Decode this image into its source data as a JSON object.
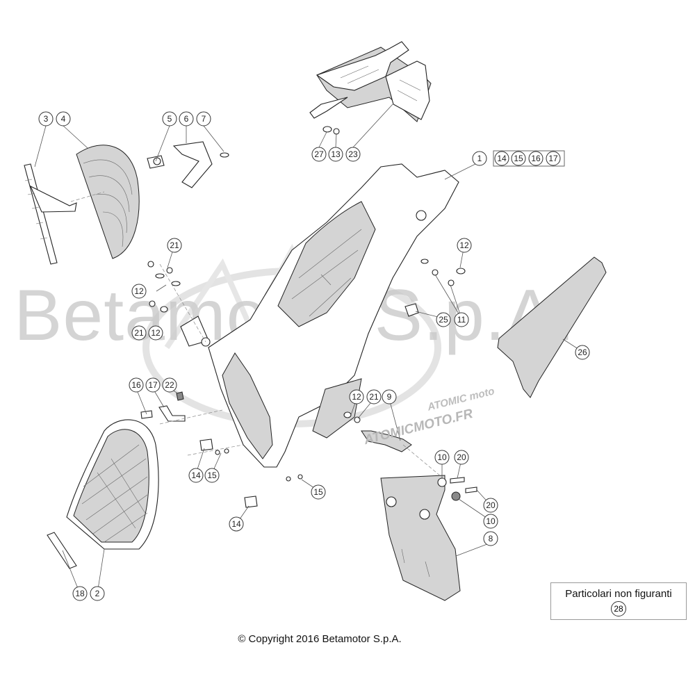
{
  "watermark": {
    "company": "Betamotor S.p.A.",
    "brand": "ATOMIC moto",
    "site": "ATOMICMOTO.FR"
  },
  "callouts": {
    "c1": "1",
    "c2": "2",
    "c3": "3",
    "c4": "4",
    "c5": "5",
    "c6": "6",
    "c7": "7",
    "c8": "8",
    "c9": "9",
    "c10": "10",
    "c11": "11",
    "c12": "12",
    "c14": "14",
    "c15": "15",
    "c16": "16",
    "c17": "17",
    "c18": "18",
    "c20": "20",
    "c21": "21",
    "c22": "22",
    "c23": "23",
    "c25": "25",
    "c26": "26",
    "c27": "27",
    "c13": "13",
    "c28": "28"
  },
  "not_shown": {
    "label": "Particolari non figuranti",
    "number": "28"
  },
  "copyright": "© Copyright 2016 Betamotor S.p.A.",
  "colors": {
    "line": "#222222",
    "watermark": "#c6c6c6",
    "shade": "#d4d4d4"
  }
}
